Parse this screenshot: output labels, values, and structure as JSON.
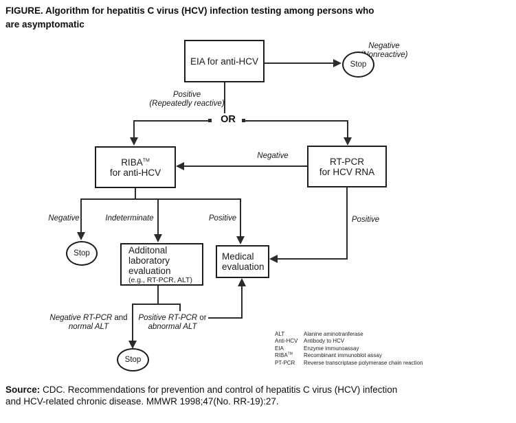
{
  "title_line1": "FIGURE. Algorithm for hepatitis C virus (HCV) infection testing among persons who",
  "title_line2": "are asymptomatic",
  "flow": {
    "eia": "EIA for anti-HCV",
    "stop": "Stop",
    "neg_top_1": "Negative",
    "neg_top_2": "(Nonreactive)",
    "pos_top_1": "Positive",
    "pos_top_2": "(Repeatedly reactive)",
    "or": "OR",
    "riba_1": "RIBA",
    "riba_tm": "TM",
    "riba_2": "for anti-HCV",
    "rtpcr_1": "RT-PCR",
    "rtpcr_2": "for HCV RNA",
    "neg_mid": "Negative",
    "branch_negative": "Negative",
    "branch_indeterminate": "Indeterminate",
    "branch_positive": "Positive",
    "pos_right": "Positive",
    "addlab_1": "Additonal",
    "addlab_2": "laboratory",
    "addlab_3": "evaluation",
    "addlab_4": "(e.g., RT-PCR, ALT)",
    "medical_1": "Medical",
    "medical_2": "evaluation",
    "negrt_italic": "Negative RT-PCR",
    "negrt_and": " and",
    "negrt_2": "normal ALT",
    "posrt_italic": "Positive RT-PCR",
    "posrt_or": " or",
    "posrt_2": "abnormal ALT"
  },
  "legend": {
    "rows": [
      {
        "abbr": "ALT",
        "def": "Alanine aminotranferase"
      },
      {
        "abbr": "Anti-HCV",
        "def": "Antibody to HCV"
      },
      {
        "abbr": "EIA",
        "def": "Enzyme immunoassay"
      },
      {
        "abbr": "RIBA",
        "sup": "TM",
        "def": "Recombinant immunoblot assay"
      },
      {
        "abbr": "PT-PCR",
        "def": "Reverse transcriptase polymerase chain reaction"
      }
    ]
  },
  "source": {
    "label": "Source:",
    "line1": "CDC. Recommendations for prevention and control of hepatitis C virus (HCV) infection",
    "line2": "and HCV-related chronic disease. MMWR 1998;47(No. RR-19):27."
  }
}
